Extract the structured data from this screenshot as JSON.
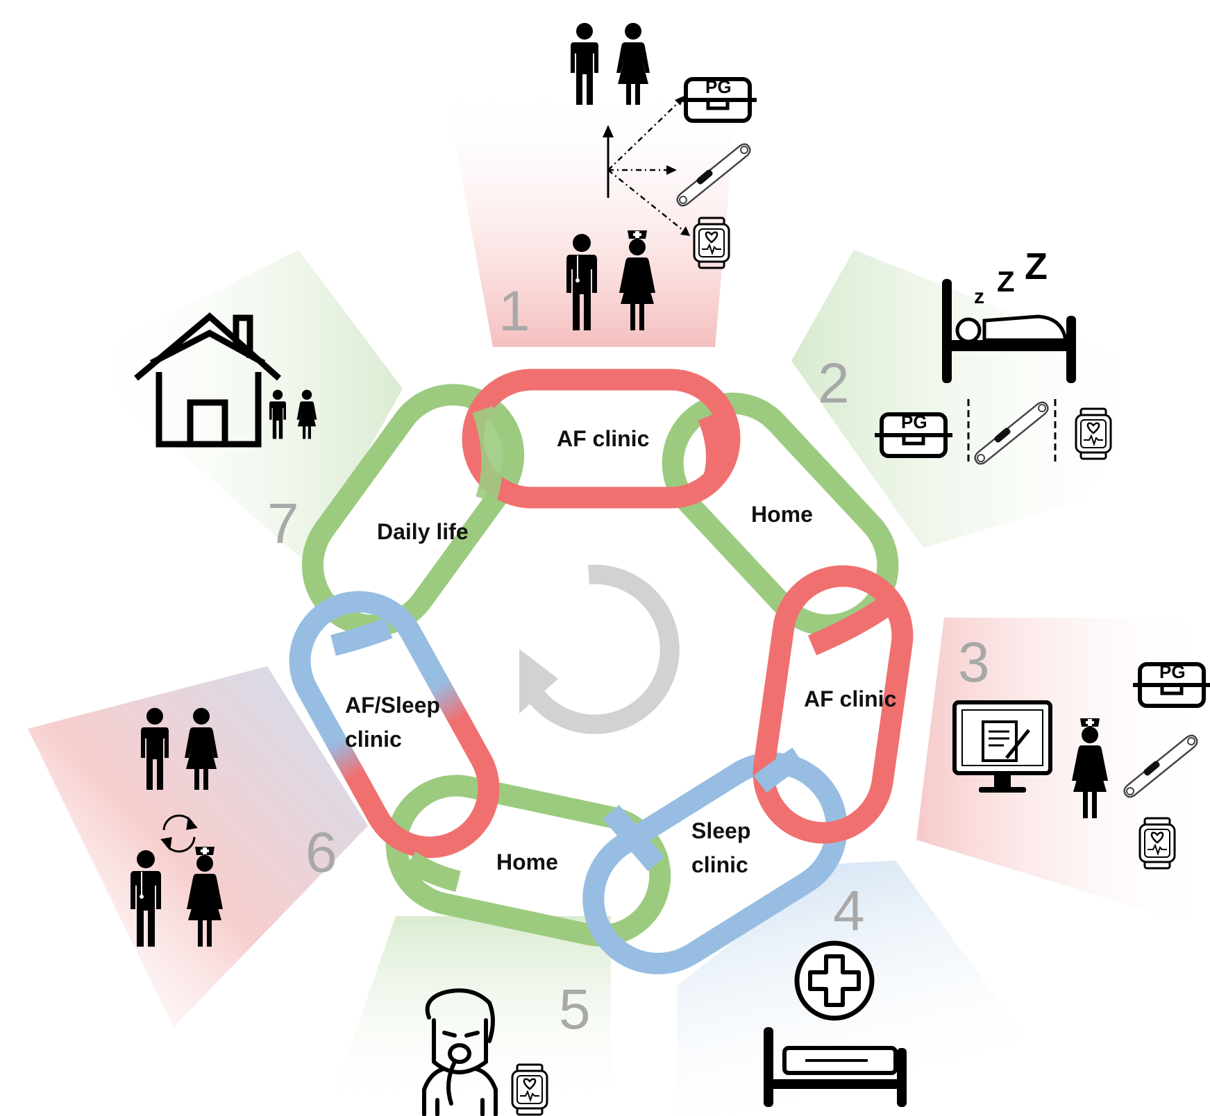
{
  "steps": [
    "1",
    "2",
    "3",
    "4",
    "5",
    "6",
    "7"
  ],
  "segments": {
    "af_clinic_top": "AF clinic",
    "home_right": "Home",
    "af_clinic_right": "AF clinic",
    "sleep_clinic_1": "Sleep",
    "sleep_clinic_2": "clinic",
    "home_bottom": "Home",
    "af_sleep_1": "AF/Sleep",
    "af_sleep_2": "clinic",
    "daily_life": "Daily life"
  },
  "device_label": "PG",
  "colors": {
    "af_red": "#f07070",
    "home_green": "#9ccb7f",
    "sleep_blue": "#97bde3",
    "cycle_gray": "#d2d2d2"
  }
}
